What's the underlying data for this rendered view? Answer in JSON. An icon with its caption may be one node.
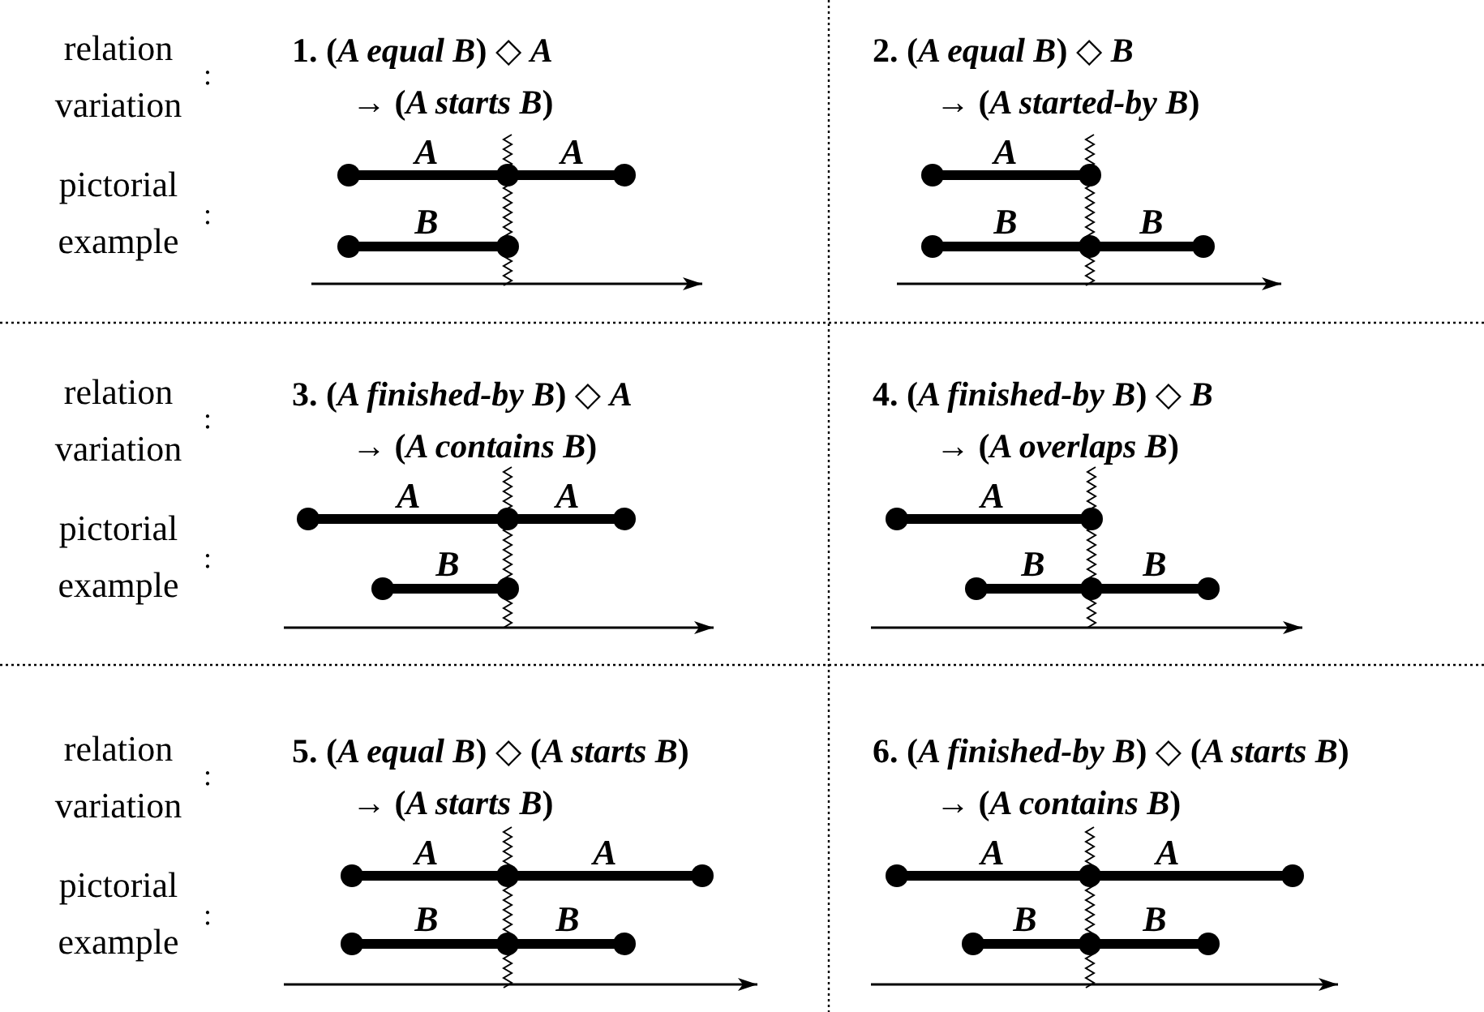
{
  "diagram": {
    "labels": [
      "relation variation",
      ":",
      "1. (*A equal B*) ◇ *A*",
      "→ (*A starts B*)",
      "2. (*A equal B*) ◇ *B*",
      "→ (*A started-by B*)",
      "pictorial example",
      ":",
      "A",
      "A",
      "B",
      "A",
      "B",
      "B",
      "relation variation",
      ":",
      "3. (*A finished-by B*) ◇ *A*",
      "→ (*A contains B*)",
      "4. (*A finished-by B*) ◇ *B*",
      "→ (*A overlaps B*)",
      "pictorial example",
      ":",
      "A",
      "A",
      "B",
      "A",
      "B",
      "B",
      "relation variation",
      ":",
      "5. (*A equal B*) ◇ (*A starts B*)",
      "→ (*A starts B*)",
      "6. (*A finished-by B*) ◇ (*A starts B*)",
      "→ (*A contains B*)",
      "pictorial example",
      ":",
      "A",
      "A",
      "B",
      "B",
      "A",
      "A",
      "B",
      "B"
    ]
  }
}
